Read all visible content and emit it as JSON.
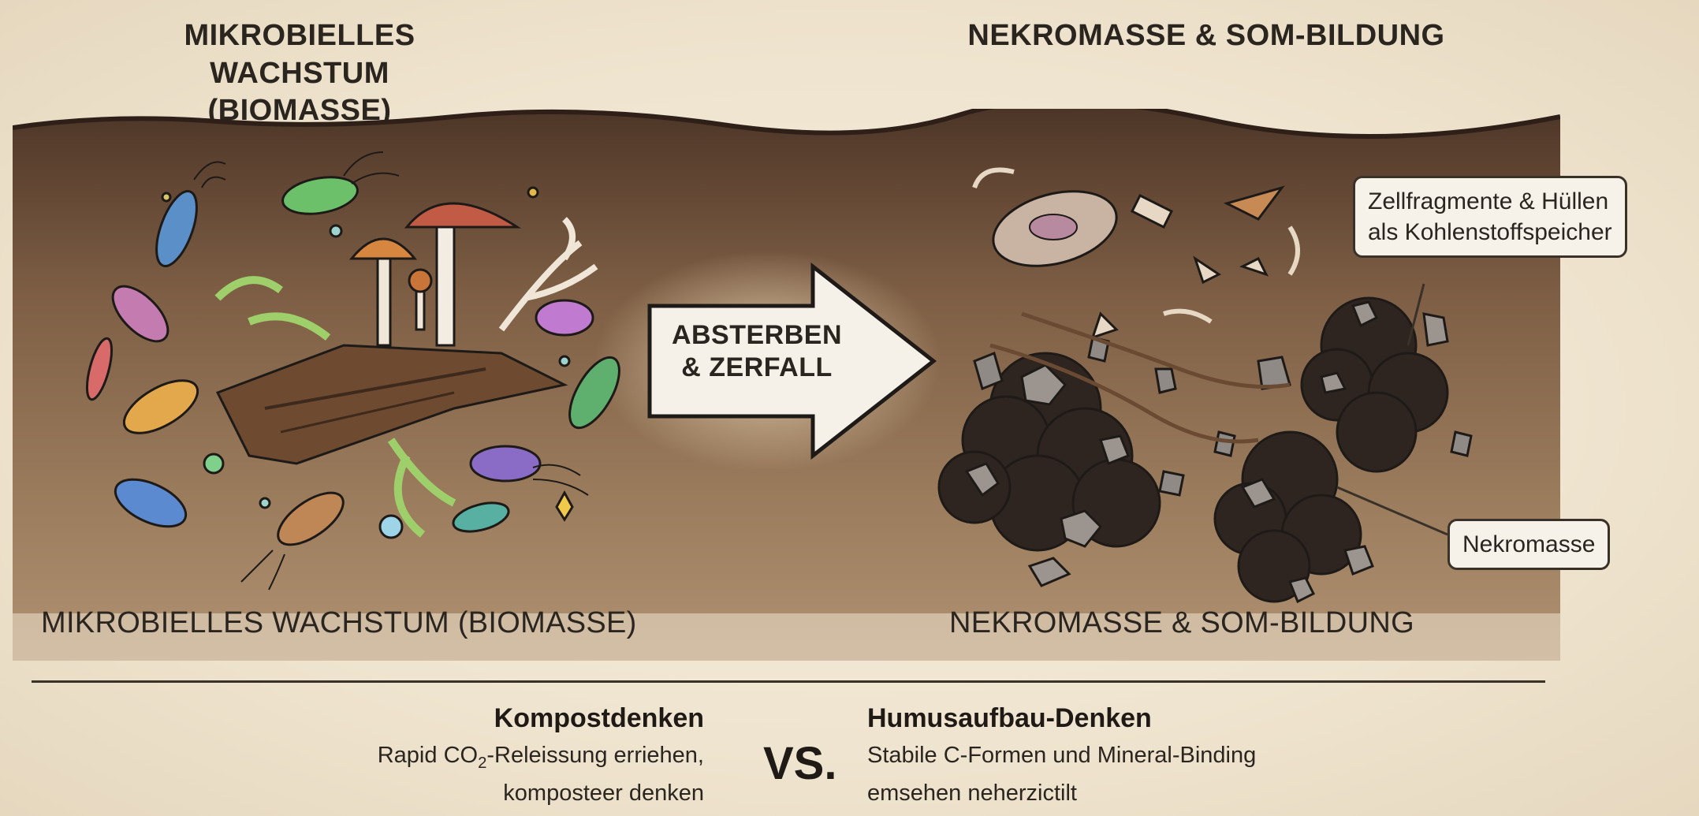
{
  "headers": {
    "left_line1": "MIKROBIELLES WACHSTUM",
    "left_line2": "(BIOMASSE)",
    "right": "NEKROMASSE & SOM-BILDUNG"
  },
  "captions": {
    "left": "MIKROBIELLES WACHSTUM (BIOMASSE)",
    "right": "NEKROMASSE & SOM-BILDUNG"
  },
  "arrow": {
    "line1": "ABSTERBEN",
    "line2": "& ZERFALL"
  },
  "callouts": {
    "fragments_line1": "Zellfragmente & Hüllen",
    "fragments_line2": "als Kohlenstoffspeicher",
    "necromass": "Nekromasse"
  },
  "comparison": {
    "left_title": "Kompostdenken",
    "left_line1_pre": "Rapid CO",
    "left_line1_sub": "2",
    "left_line1_post": "-Releissung erriehen,",
    "left_line2": "komposteer denken",
    "vs": "VS.",
    "right_title": "Humusaufbau-Denken",
    "right_line1": "Stabile C-Formen und Mineral-Binding",
    "right_line2": "emsehen neherzictilt"
  },
  "colors": {
    "paper": "#efe4cf",
    "soil_dark": "#4a3528",
    "soil_mid": "#8a6a4d",
    "ink": "#2b2520"
  }
}
